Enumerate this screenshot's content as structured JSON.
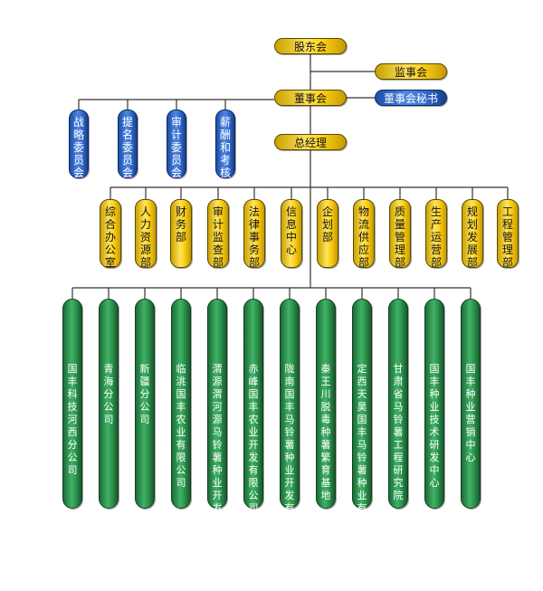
{
  "top": {
    "shareholders": "股东会",
    "supervisors": "监事会",
    "board": "董事会",
    "board_secretary": "董事会秘书",
    "general_manager": "总经理"
  },
  "committees": [
    "战略委员会",
    "提名委员会",
    "审计委员会",
    "薪酬和考核"
  ],
  "departments": [
    "综合办公室",
    "人力资源部",
    "财务部",
    "审计监查部",
    "法律事务部",
    "信息中心",
    "企划部",
    "物流供应部",
    "质量管理部",
    "生产运营部",
    "规划发展部",
    "工程管理部"
  ],
  "subsidiaries": [
    "国丰科技河西分公司",
    "青海分公司",
    "新疆分公司",
    "临洮国丰农业有限公司",
    "渭源渭河源马铃薯种业开发有限责任公司",
    "赤峰国丰农业开发有限公司",
    "陇南国丰马铃薯种业开发有限公司",
    "秦王川脱毒种薯繁育基地",
    "定西天昊国丰马铃薯种业有限公司",
    "甘肃省马铃薯工程研究院",
    "国丰种业技术研发中心",
    "国丰种业营销中心"
  ],
  "colors": {
    "management": "#ffd21a",
    "committee": "#3a72d6",
    "subsidiary": "#2f9a52",
    "connector": "#333333"
  }
}
